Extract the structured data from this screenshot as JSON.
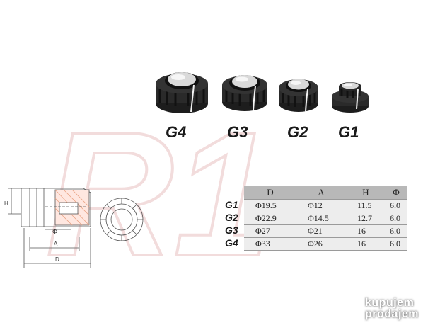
{
  "knobs": [
    {
      "label": "G4"
    },
    {
      "label": "G3"
    },
    {
      "label": "G2"
    },
    {
      "label": "G1"
    }
  ],
  "drawing": {
    "dim_h": "H",
    "dim_phi": "Φ",
    "dim_a": "A",
    "dim_d": "D"
  },
  "spec_table": {
    "headers": [
      "D",
      "A",
      "H",
      "Φ"
    ],
    "rows": [
      {
        "label": "G1",
        "cells": [
          "Φ19.5",
          "Φ12",
          "11.5",
          "6.0"
        ]
      },
      {
        "label": "G2",
        "cells": [
          "Φ22.9",
          "Φ14.5",
          "12.7",
          "6.0"
        ]
      },
      {
        "label": "G3",
        "cells": [
          "Φ27",
          "Φ21",
          "16",
          "6.0"
        ]
      },
      {
        "label": "G4",
        "cells": [
          "Φ33",
          "Φ26",
          "16",
          "6.0"
        ]
      }
    ]
  },
  "watermark": {
    "text": "R1"
  },
  "brand": {
    "line1": "kupujem",
    "line2": "prodajem"
  }
}
